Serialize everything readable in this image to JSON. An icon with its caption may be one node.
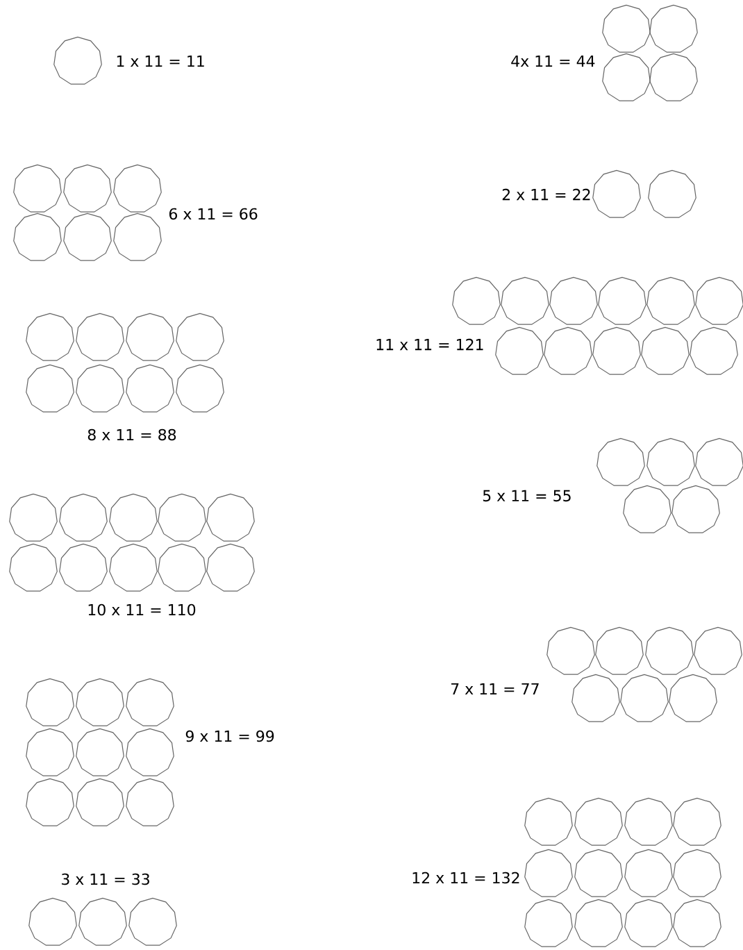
{
  "diagram": {
    "labels": [
      "1 x 11 = 11",
      "4x 11 = 44",
      "2 x 11 = 22",
      "6 x 11 = 66",
      "11 x 11 = 121",
      "8 x 11 = 88",
      "5 x 11 = 55",
      "10 x 11 = 110",
      "7 x 11 = 77",
      "9 x 11 = 99",
      "12 x 11 = 132",
      "3 x 11 = 33"
    ]
  }
}
